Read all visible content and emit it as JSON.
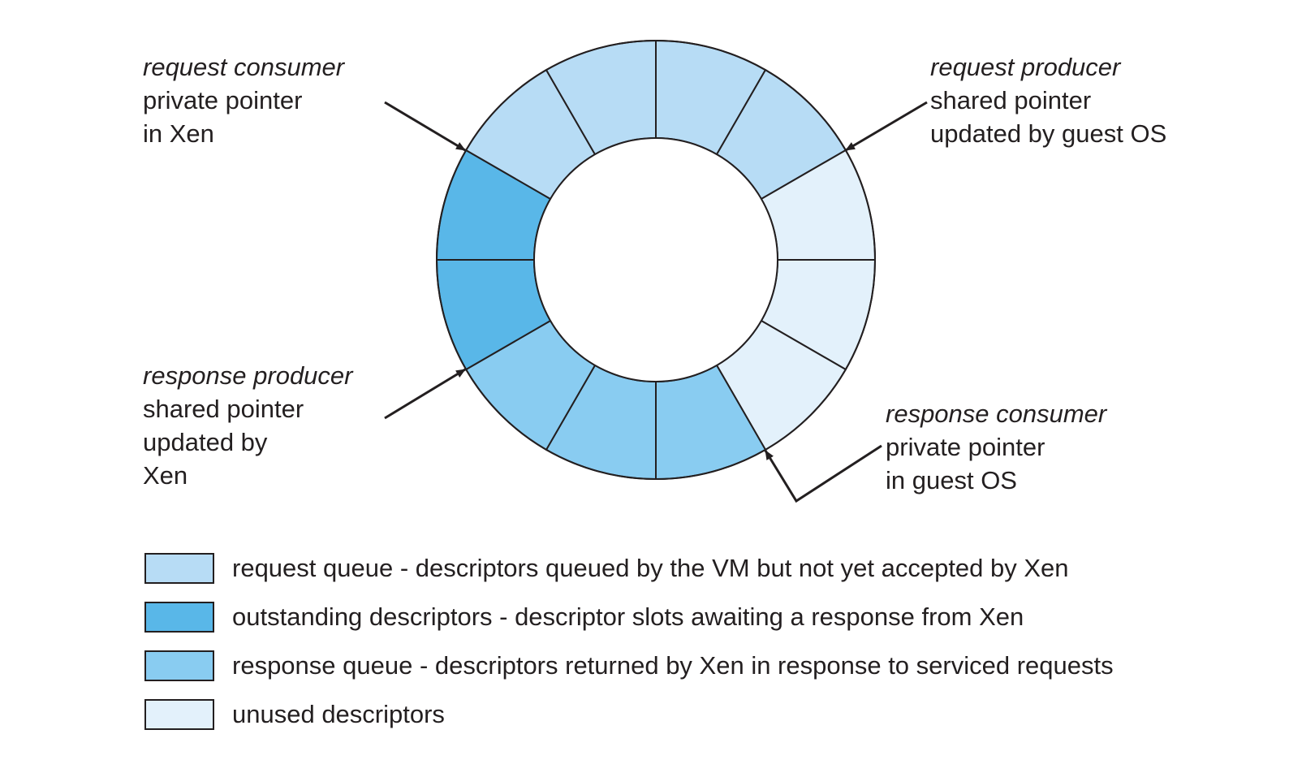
{
  "callouts": {
    "request_consumer": {
      "role": "request consumer",
      "lines": [
        "private pointer",
        "in Xen"
      ]
    },
    "request_producer": {
      "role": "request producer",
      "lines": [
        "shared pointer",
        "updated by guest OS"
      ]
    },
    "response_producer": {
      "role": "response producer",
      "lines": [
        "shared pointer",
        "updated by",
        "Xen"
      ]
    },
    "response_consumer": {
      "role": "response consumer",
      "lines": [
        "private pointer",
        "in guest OS"
      ]
    }
  },
  "colors": {
    "request_queue": "#b7dcf5",
    "outstanding": "#59b7e8",
    "response_queue": "#89ccf1",
    "unused": "#e3f1fb",
    "stroke": "#231f20"
  },
  "ring": {
    "slot_count": 12,
    "slots": [
      {
        "state": "request_queue"
      },
      {
        "state": "request_queue"
      },
      {
        "state": "unused"
      },
      {
        "state": "unused"
      },
      {
        "state": "unused"
      },
      {
        "state": "response_queue"
      },
      {
        "state": "response_queue"
      },
      {
        "state": "response_queue"
      },
      {
        "state": "outstanding"
      },
      {
        "state": "outstanding"
      },
      {
        "state": "request_queue"
      },
      {
        "state": "request_queue"
      }
    ]
  },
  "legend": [
    {
      "state": "request_queue",
      "label": "request queue - descriptors queued by the VM but not yet accepted by Xen"
    },
    {
      "state": "outstanding",
      "label": "outstanding descriptors - descriptor slots awaiting a response from Xen"
    },
    {
      "state": "response_queue",
      "label": "response queue - descriptors returned by Xen in response to serviced requests"
    },
    {
      "state": "unused",
      "label": "unused descriptors"
    }
  ]
}
